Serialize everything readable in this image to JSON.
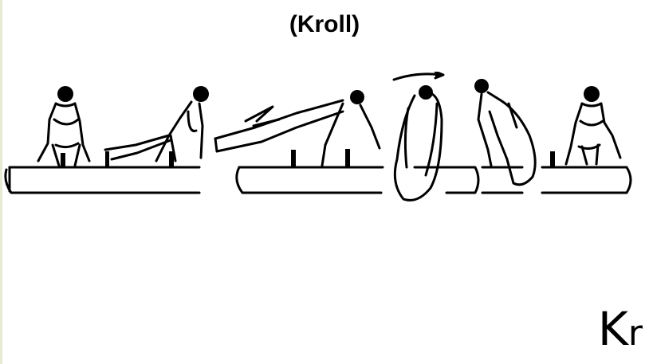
{
  "title": "(Kroll)",
  "code": {
    "main": "K",
    "suffix": "r"
  },
  "figures": [
    {
      "name": "figure-1-support"
    },
    {
      "name": "figure-2-kick"
    },
    {
      "name": "figure-3-extended"
    },
    {
      "name": "figure-4-roll"
    },
    {
      "name": "figure-5-bend"
    },
    {
      "name": "figure-6-support"
    }
  ],
  "colors": {
    "ink": "#000000",
    "background": "#ffffff",
    "edge": "#e6ecd4"
  }
}
